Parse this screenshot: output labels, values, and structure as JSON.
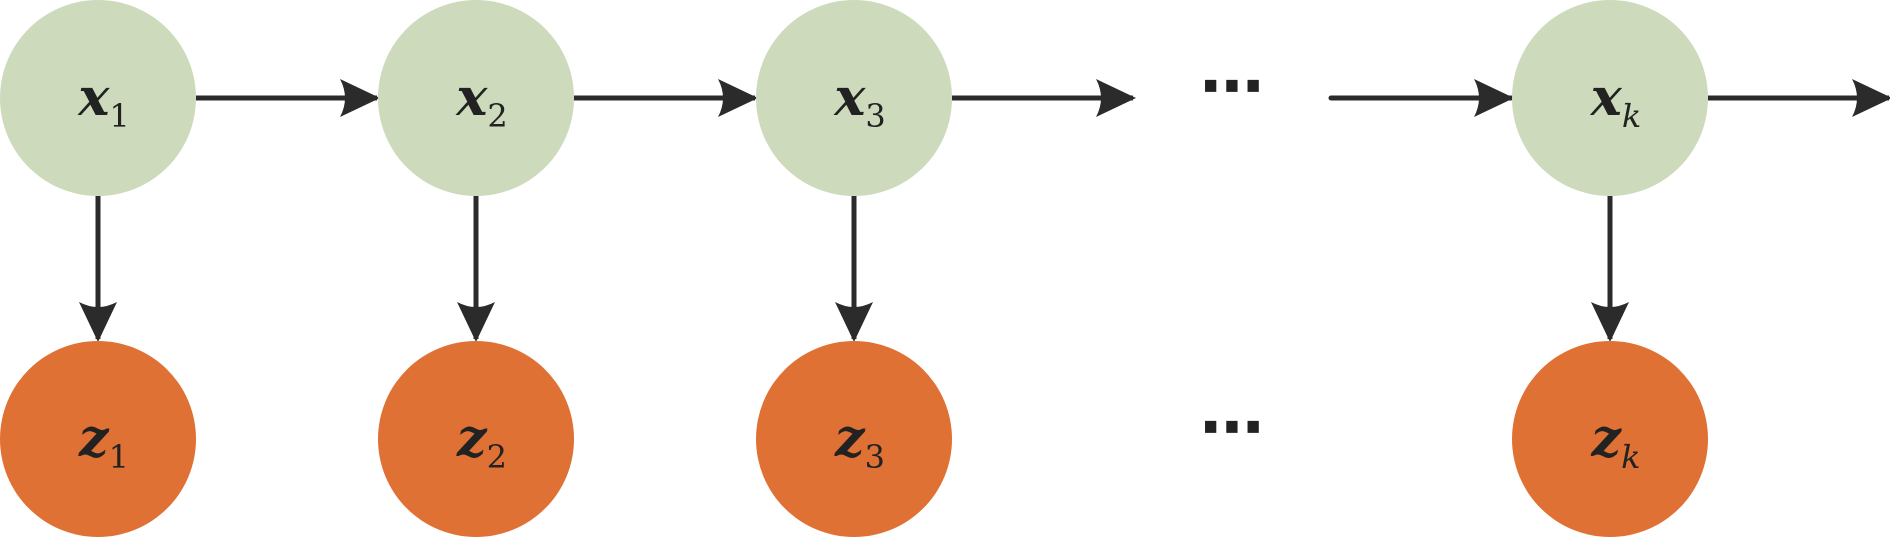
{
  "colors": {
    "hidden_fill": "#cddabc",
    "observed_fill": "#e07135",
    "edge": "#2b2b2b",
    "text": "#222222",
    "background": "#ffffff"
  },
  "hidden_nodes": [
    {
      "id": "x1",
      "symbol": "x",
      "sub": "1",
      "sub_italic": false
    },
    {
      "id": "x2",
      "symbol": "x",
      "sub": "2",
      "sub_italic": false
    },
    {
      "id": "x3",
      "symbol": "x",
      "sub": "3",
      "sub_italic": false
    },
    {
      "id": "xk",
      "symbol": "x",
      "sub": "k",
      "sub_italic": true
    }
  ],
  "observed_nodes": [
    {
      "id": "z1",
      "symbol": "z",
      "sub": "1",
      "sub_italic": false
    },
    {
      "id": "z2",
      "symbol": "z",
      "sub": "2",
      "sub_italic": false
    },
    {
      "id": "z3",
      "symbol": "z",
      "sub": "3",
      "sub_italic": false
    },
    {
      "id": "zk",
      "symbol": "z",
      "sub": "k",
      "sub_italic": true
    }
  ],
  "ellipsis": {
    "top": "⋯",
    "bottom": "⋯"
  }
}
